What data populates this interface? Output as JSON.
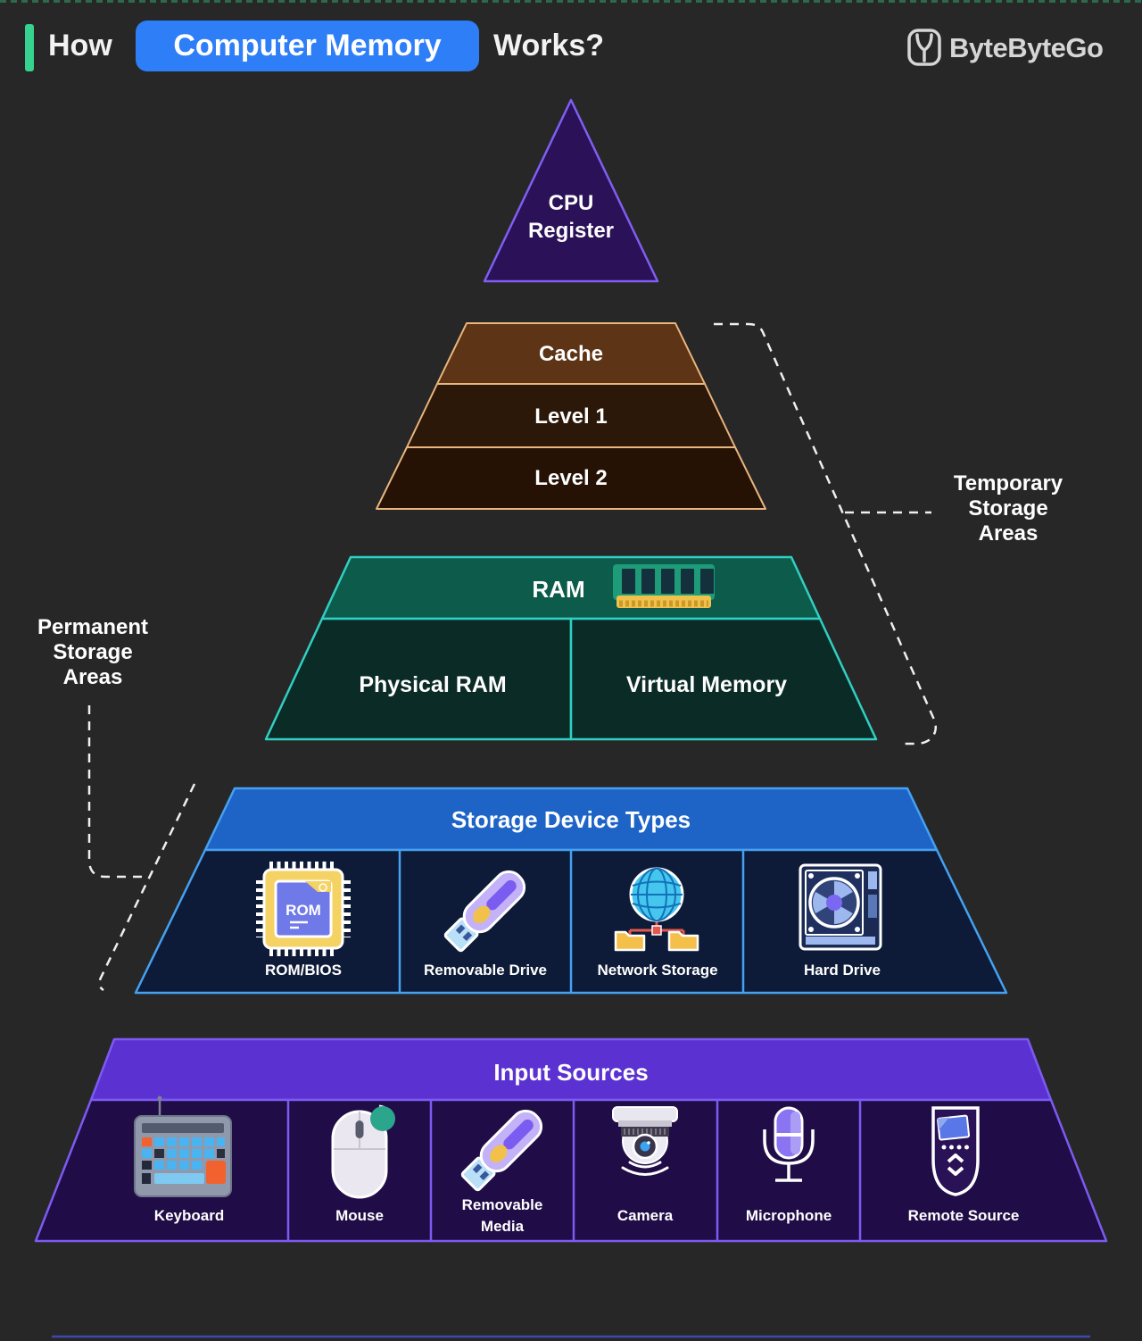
{
  "header": {
    "title_prefix": "How",
    "title_highlight": "Computer Memory",
    "title_suffix": "Works?",
    "brand": "ByteByteGo",
    "accent_bar_color": "#36d28f",
    "highlight_pill_color": "#2e7ef7"
  },
  "pyramid": {
    "cpu": {
      "lines": [
        "CPU",
        "Register"
      ],
      "fill": "#2b1157",
      "border": "#7e5ff2"
    },
    "cache": {
      "levels": [
        "Cache",
        "Level 1",
        "Level 2"
      ],
      "fill_top": "#5d3516",
      "fill_mid": "#2c1808",
      "fill_bottom": "#251205",
      "border": "#eab57e"
    },
    "ram": {
      "label": "RAM",
      "cells": [
        "Physical RAM",
        "Virtual Memory"
      ],
      "fill_header": "#0d5b4a",
      "fill_body": "#0b2b26",
      "border": "#2fd0c3"
    },
    "storage": {
      "title": "Storage Device Types",
      "items": [
        "ROM/BIOS",
        "Removable Drive",
        "Network Storage",
        "Hard Drive"
      ],
      "rom_chip_text": "ROM",
      "fill_header": "#1e63c6",
      "fill_body": "#0e1b38",
      "border": "#45a1f2"
    },
    "input": {
      "title": "Input Sources",
      "items": [
        "Keyboard",
        "Mouse",
        "Removable Media",
        "Camera",
        "Microphone",
        "Remote Source"
      ],
      "fill_header": "#5b31d1",
      "fill_body": "#200c46",
      "border": "#7b5bf2"
    }
  },
  "annotations": {
    "temporary": {
      "lines": [
        "Temporary",
        "Storage",
        "Areas"
      ]
    },
    "permanent": {
      "lines": [
        "Permanent",
        "Storage",
        "Areas"
      ]
    }
  }
}
